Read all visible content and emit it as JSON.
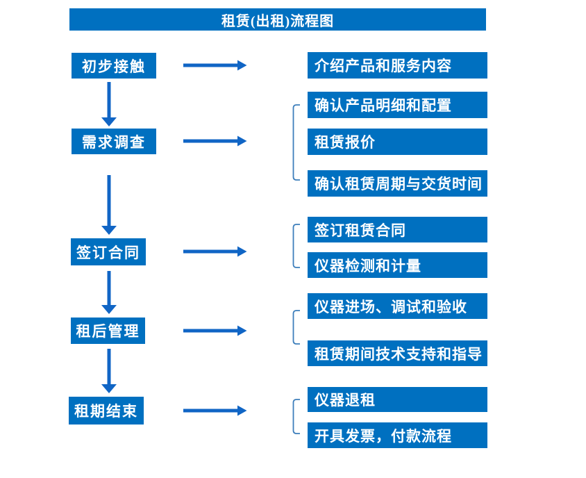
{
  "title": "租赁(出租)流程图",
  "colors": {
    "box_blue": "#0070C0",
    "arrow_blue": "#1065C5",
    "bracket_blue": "#3D7EBB",
    "text_white": "#FFFFFF",
    "page_bg": "#FFFFFF"
  },
  "steps": [
    {
      "label": "初步接触",
      "details": [
        "介绍产品和服务内容"
      ]
    },
    {
      "label": "需求调查",
      "details": [
        "确认产品明细和配置",
        "租赁报价",
        "确认租赁周期与交货时间"
      ]
    },
    {
      "label": "签订合同",
      "details": [
        "签订租赁合同",
        "仪器检测和计量"
      ]
    },
    {
      "label": "租后管理",
      "details": [
        "仪器进场、调试和验收",
        "租赁期间技术支持和指导"
      ]
    },
    {
      "label": "租期结束",
      "details": [
        "仪器退租",
        "开具发票，付款流程"
      ]
    }
  ]
}
